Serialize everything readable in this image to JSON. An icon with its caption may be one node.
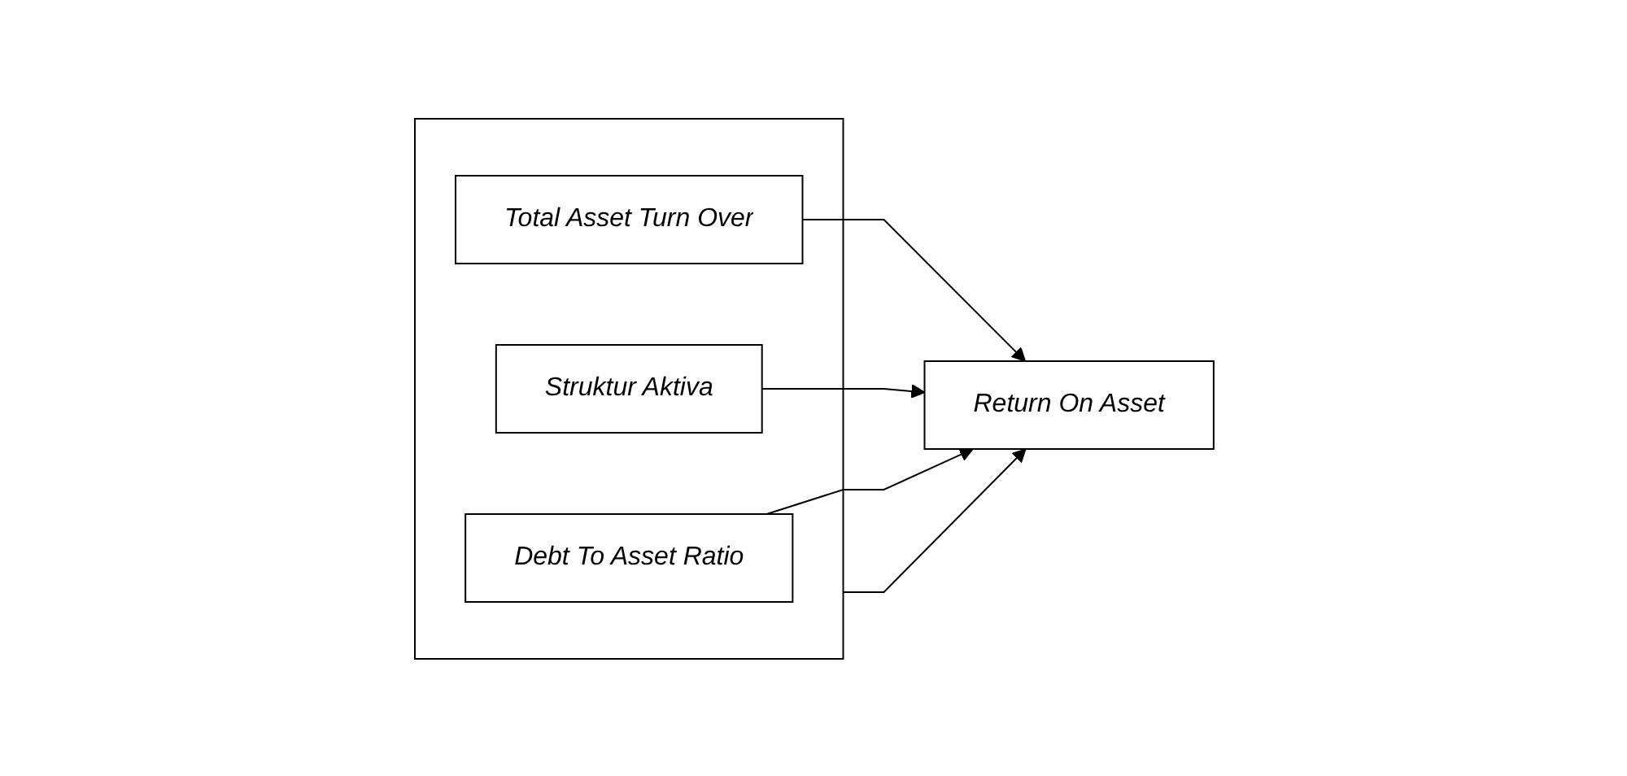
{
  "diagram": {
    "nodes": [
      {
        "text": [],
        "shape": "box"
      },
      {
        "text": [
          "Total Asset Turn Over"
        ],
        "in": 0
      },
      {
        "text": [
          "Struktur Aktiva"
        ],
        "in": 0
      },
      {
        "text": [
          "Debt To Asset Ratio"
        ],
        "in": 0
      },
      {
        "text": [
          "Return On Asset"
        ]
      }
    ],
    "edges": [
      {
        "from": 1,
        "to": 4,
        "arrow": "to"
      },
      {
        "from": 2,
        "to": 4,
        "arrow": "to"
      },
      {
        "from": 3,
        "to": 4,
        "arrow": "to"
      },
      {
        "from": 0,
        "to": 4,
        "arrow": "to"
      }
    ]
  }
}
